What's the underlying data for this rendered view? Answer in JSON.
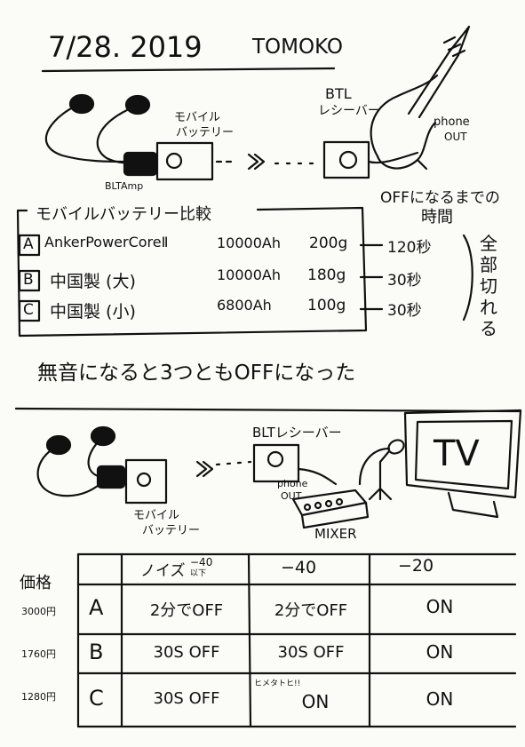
{
  "header": {
    "date": "7/28. 2019",
    "author": "TOMOKO"
  },
  "diagram1": {
    "battery_label": [
      "モバイル",
      "バッテリー"
    ],
    "amp_label": "BLTAmp",
    "receiver_label": [
      "BTL",
      "レシーバー"
    ],
    "phone_out_label": [
      "phone",
      "OUT"
    ]
  },
  "comparison": {
    "title": "モバイルバッテリー比較",
    "time_header": [
      "OFFになるまでの",
      "時間"
    ],
    "rows": [
      {
        "id": "A",
        "name": "AnkerPowerCoreⅡ",
        "capacity": "10000Ah",
        "weight": "200g",
        "time": "120秒"
      },
      {
        "id": "B",
        "name": "中国製 (大)",
        "capacity": "10000Ah",
        "weight": "180g",
        "time": "30秒"
      },
      {
        "id": "C",
        "name": "中国製 (小)",
        "capacity": "6800Ah",
        "weight": "100g",
        "time": "30秒"
      }
    ],
    "side_note": [
      "全",
      "部",
      "切",
      "れ",
      "る"
    ]
  },
  "note": "無音になると3つともOFFになった",
  "diagram2": {
    "receiver_label": "BLTレシーバー",
    "battery_label": [
      "モバイル",
      "バッテリー"
    ],
    "phone_out_label": [
      "phone",
      "OUT"
    ],
    "mixer_label": "MIXER",
    "tv_label": "TV"
  },
  "table": {
    "price_header": "価格",
    "columns": [
      "ノイズ",
      "以下",
      "−40",
      "−40",
      "−20"
    ],
    "rows": [
      {
        "price": "3000円",
        "id": "A",
        "cells": [
          "2分でOFF",
          "2分でOFF",
          "ON"
        ]
      },
      {
        "price": "1760円",
        "id": "B",
        "cells": [
          "30S OFF",
          "30S OFF",
          "ON"
        ]
      },
      {
        "price": "1280円",
        "id": "C",
        "cells": [
          "30S OFF",
          "ON",
          "ON"
        ]
      }
    ],
    "c_middle_note": "ヒメタトヒ!!"
  }
}
